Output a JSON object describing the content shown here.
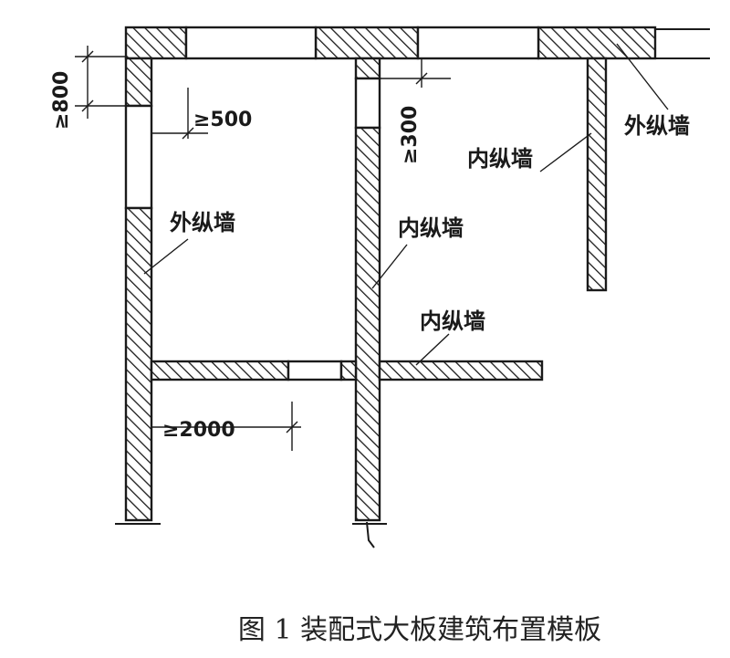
{
  "labels": {
    "outer_wall_top_right": "外纵墙",
    "outer_wall_left": "外纵墙",
    "inner_wall_right": "内纵墙",
    "inner_wall_middle": "内纵墙",
    "inner_wall_bottom": "内纵墙"
  },
  "dimensions": {
    "top_left": "≥800",
    "opening": "≥500",
    "middle": "≥300",
    "bottom": "≥2000"
  },
  "caption": "图 1 装配式大板建筑布置模板"
}
